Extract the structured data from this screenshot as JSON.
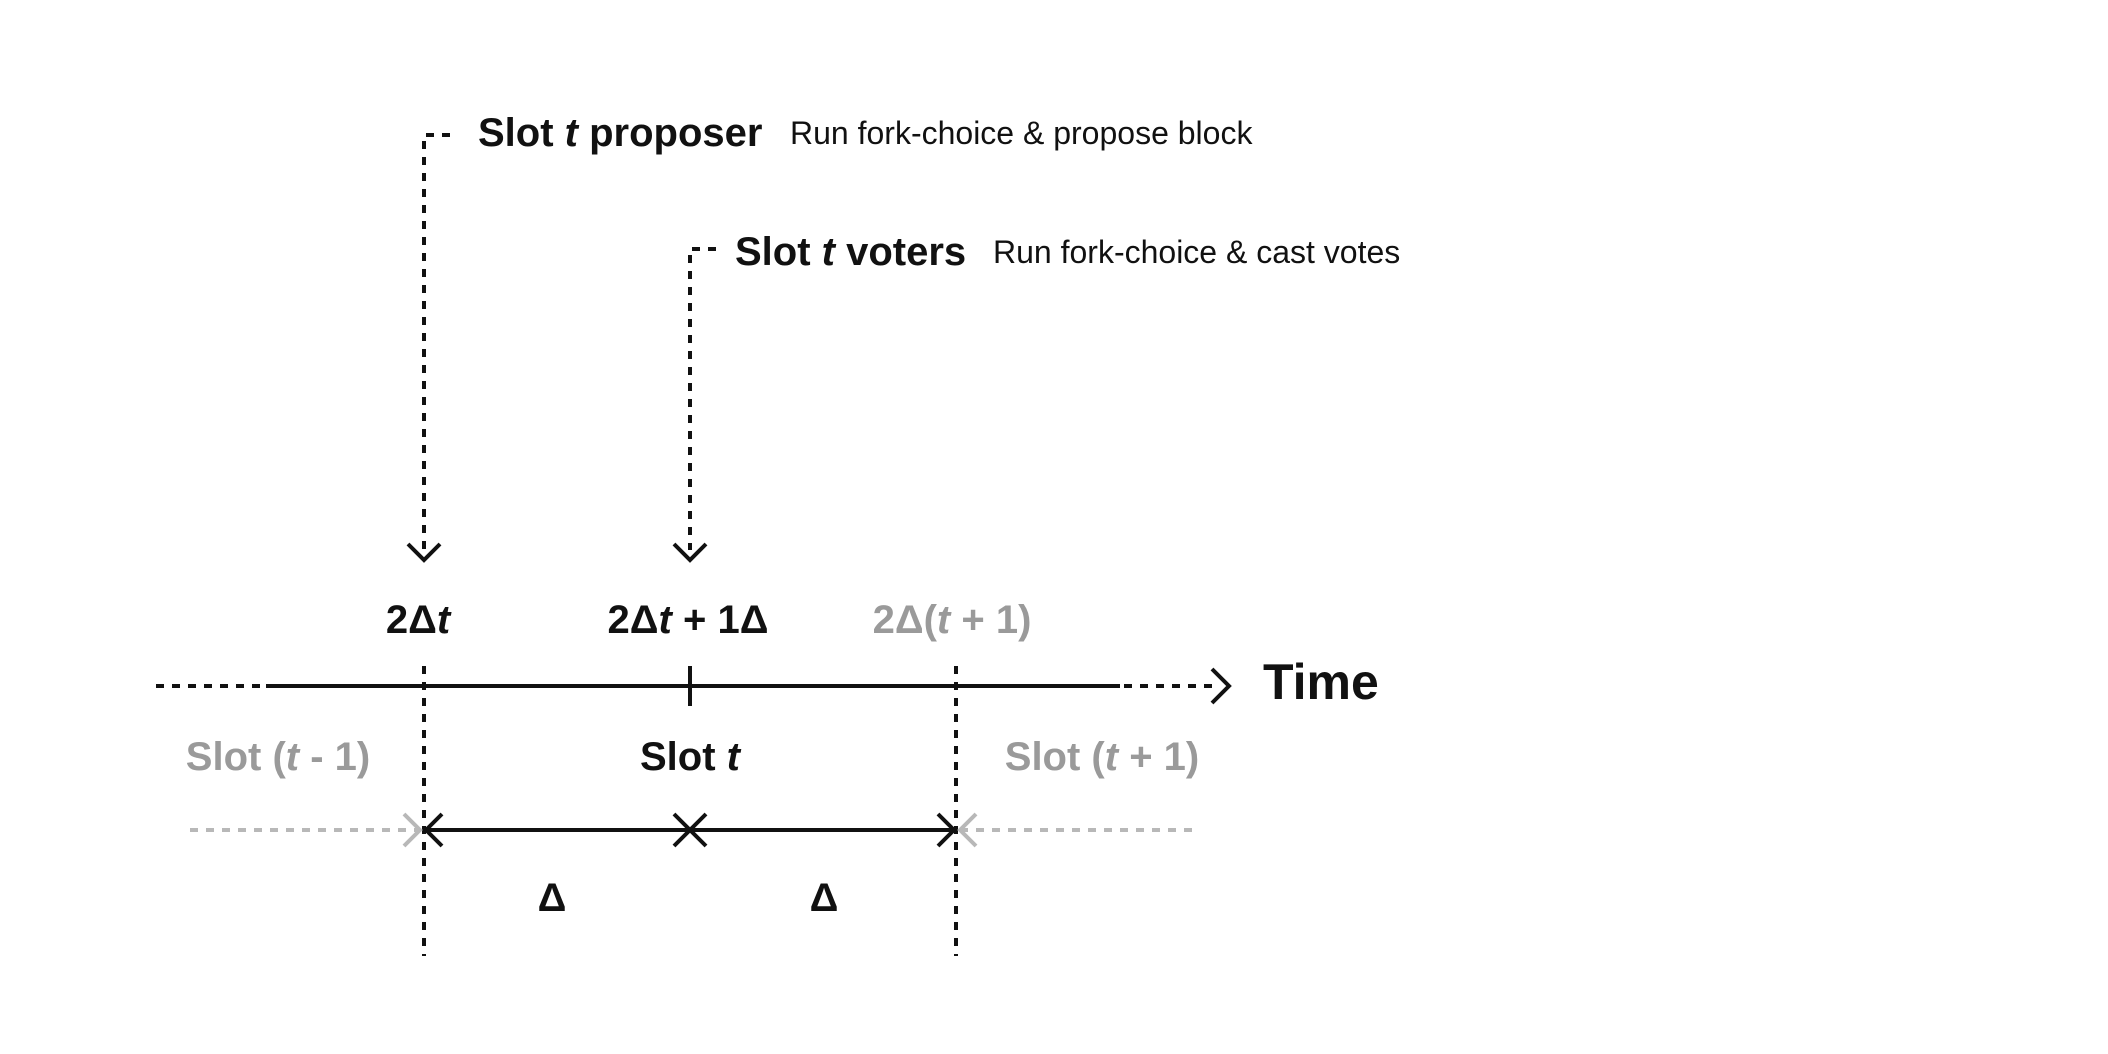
{
  "proposer": {
    "title_pre": "Slot ",
    "title_var": "t",
    "title_post": " proposer",
    "description": "Run fork-choice & propose block"
  },
  "voters": {
    "title_pre": "Slot ",
    "title_var": "t",
    "title_post": " voters",
    "description": "Run fork-choice & cast votes"
  },
  "ticks": {
    "t0": {
      "pre": "2Δ",
      "var": "t",
      "post": ""
    },
    "t1": {
      "pre": "2Δ",
      "var": "t",
      "post": " + 1Δ"
    },
    "t2": {
      "pre": "2Δ(",
      "var": "t",
      "post": " + 1)"
    }
  },
  "axis_label": "Time",
  "slots": {
    "prev": {
      "pre": "Slot (",
      "var": "t",
      "post": " - 1)"
    },
    "current": {
      "pre": "Slot ",
      "var": "t",
      "post": ""
    },
    "next": {
      "pre": "Slot (",
      "var": "t",
      "post": " + 1)"
    }
  },
  "intervals": {
    "first": "Δ",
    "second": "Δ"
  },
  "colors": {
    "primary": "#111111",
    "muted": "#9a9a9a",
    "muted_line": "#b8b8b8"
  }
}
